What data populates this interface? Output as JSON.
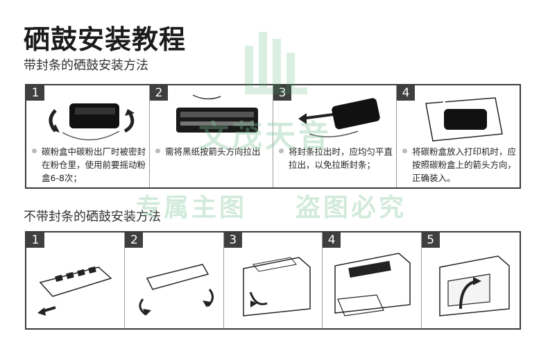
{
  "page": {
    "title": "硒鼓安装教程",
    "section1_title": "带封条的硒鼓安装方法",
    "section2_title": "不带封条的硒鼓安装方法"
  },
  "steps_sealed": [
    {
      "num": "1",
      "text": "碳粉盒中碳粉出厂时被密封在粉仓里，使用前要摇动粉盒6-8次；",
      "icon": "shake-cartridge-icon"
    },
    {
      "num": "2",
      "text": "需将黑纸按箭头方向拉出",
      "icon": "pull-paper-icon"
    },
    {
      "num": "3",
      "text": "将封条拉出时，应均匀平直拉出，以免拉断封条；",
      "icon": "pull-seal-icon"
    },
    {
      "num": "4",
      "text": "将碳粉盒放入打印机时，应按照碳粉盒上的箭头方向，正确装入。",
      "icon": "insert-cartridge-icon"
    }
  ],
  "steps_unsealed": [
    {
      "num": "1",
      "icon": "unpack-cartridge-icon"
    },
    {
      "num": "2",
      "icon": "rock-cartridge-icon"
    },
    {
      "num": "3",
      "icon": "open-printer-cover-icon"
    },
    {
      "num": "4",
      "icon": "insert-into-printer-icon"
    },
    {
      "num": "5",
      "icon": "close-printer-cover-icon"
    }
  ],
  "watermark": {
    "line1": "专属主图",
    "line2": "盗图必究",
    "mid": "文茂天音"
  },
  "colors": {
    "badge_bg": "#3f3f3f",
    "border": "#3a3a3a",
    "watermark": "#7fc59a"
  }
}
